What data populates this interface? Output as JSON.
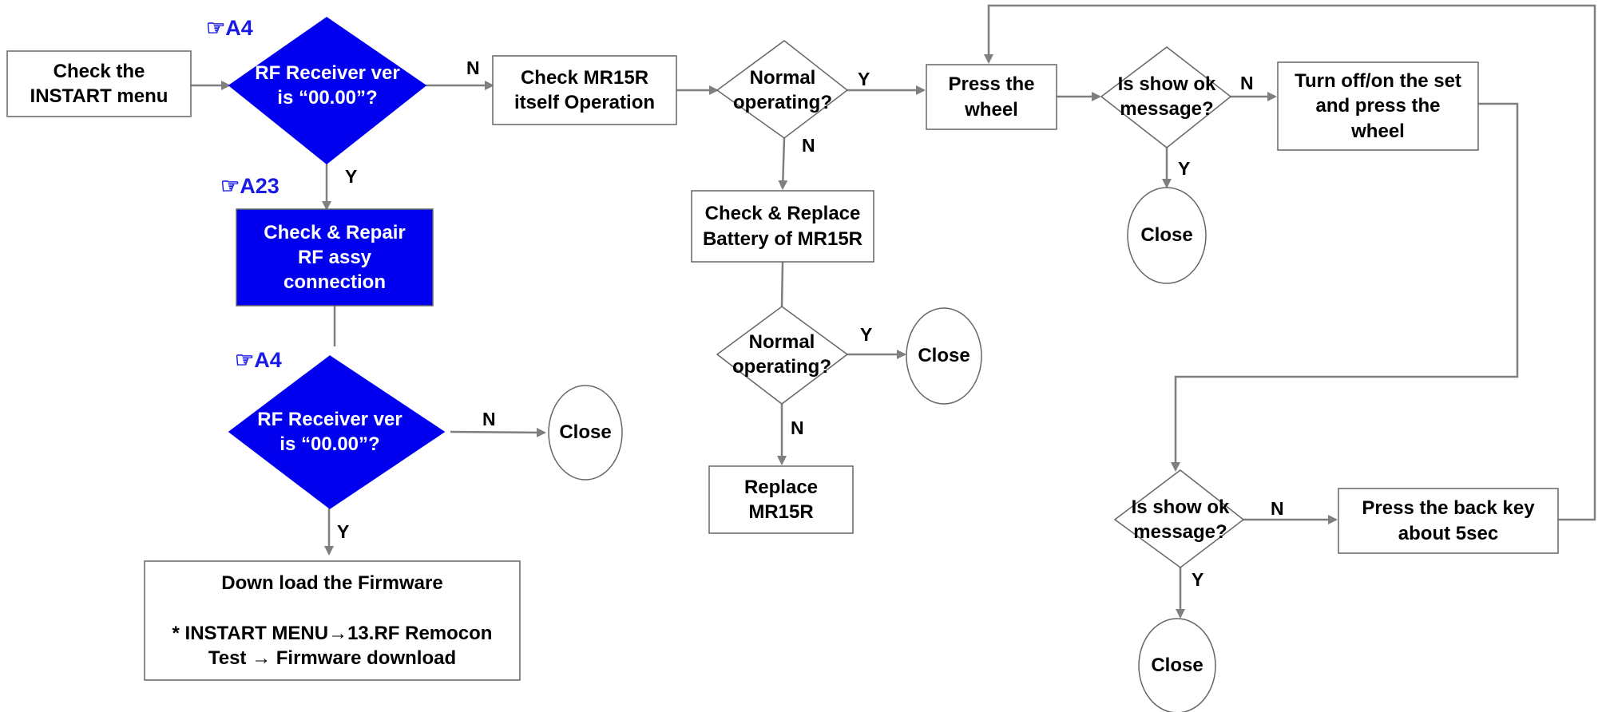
{
  "colors": {
    "line": "#7f7f7f",
    "node_border": "#666666",
    "highlight_fill": "#0000ee",
    "ref_text": "#1a1ae6",
    "text": "#000000"
  },
  "icons": {
    "ref": "hand-pointer-icon"
  },
  "refs": {
    "r1": "☞A4",
    "r2": "☞A23",
    "r3": "☞A4"
  },
  "nodes": {
    "start": "Check the\nINSTART menu",
    "d_rf1": "RF Receiver ver\nis “00.00”?",
    "repair": "Check & Repair\nRF assy\nconnection",
    "d_rf2": "RF Receiver ver\nis “00.00”?",
    "close_rf2": "Close",
    "download": "Down load the Firmware\n\n* INSTART MENU→13.RF Remocon\nTest → Firmware download",
    "check_mr15r": "Check MR15R\nitself Operation",
    "d_normal1": "Normal\noperating?",
    "battery": "Check & Replace\nBattery of MR15R",
    "d_normal2": "Normal\noperating?",
    "close_normal2": "Close",
    "replace": "Replace\nMR15R",
    "press_wheel": "Press the\nwheel",
    "d_ok1": "Is show ok\nmessage?",
    "close_ok1": "Close",
    "turn_off": "Turn off/on the set\nand press the\nwheel",
    "d_ok2": "Is show ok\nmessage?",
    "close_ok2": "Close",
    "back_key": "Press the back key\nabout 5sec"
  },
  "edges": {
    "e_rf1_n": "N",
    "e_rf1_y": "Y",
    "e_rf2_n": "N",
    "e_rf2_y": "Y",
    "e_n1_y": "Y",
    "e_n1_n": "N",
    "e_n2_y": "Y",
    "e_n2_n": "N",
    "e_ok1_n": "N",
    "e_ok1_y": "Y",
    "e_ok2_n": "N",
    "e_ok2_y": "Y"
  }
}
